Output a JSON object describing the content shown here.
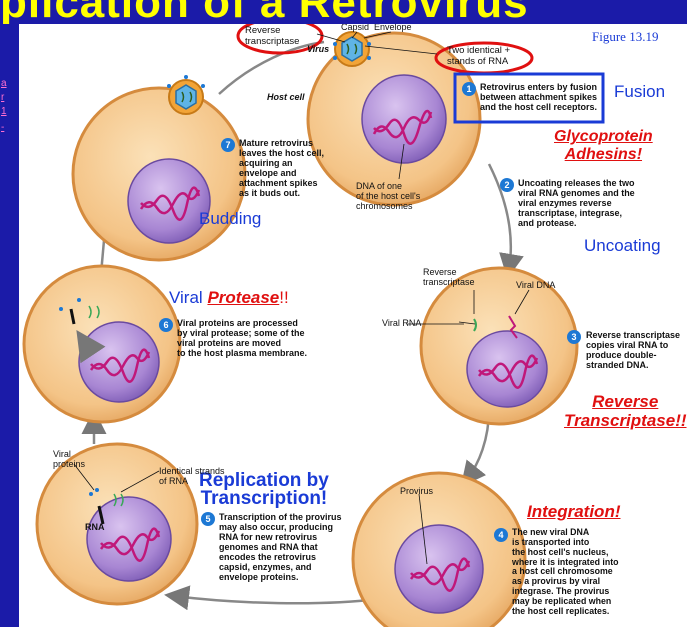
{
  "header": {
    "title": "plication of a Retrovirus"
  },
  "left_links": [
    "a",
    "r",
    "1",
    "-"
  ],
  "figure_label": "Figure 13.19",
  "labels": {
    "reverse_transcriptase_top": "Reverse\ntranscriptase",
    "capsid": "Capsid",
    "envelope": "Envelope",
    "virus": "Virus",
    "two_identical_strands": "Two identical +\nstands of RNA",
    "host_cell": "Host cell",
    "dna_host": "DNA of one\nof the host cell's\nchromosomes",
    "reverse_transcriptase_mid": "Reverse\ntranscriptase",
    "viral_dna": "Viral DNA",
    "viral_rna": "Viral RNA",
    "provirus": "Provirus",
    "viral_proteins": "Viral\nproteins",
    "identical_strands": "Identical strands\nof RNA",
    "rna": "RNA"
  },
  "steps": [
    {
      "num": "1",
      "text": "Retrovirus enters by fusion\nbetween attachment spikes\nand the host cell receptors."
    },
    {
      "num": "2",
      "text": "Uncoating releases the two\nviral RNA genomes and the\nviral enzymes reverse\ntranscriptase, integrase,\nand protease."
    },
    {
      "num": "3",
      "text": "Reverse transcriptase\ncopies viral RNA to\nproduce double-\nstranded DNA."
    },
    {
      "num": "4",
      "text": "The new viral DNA\nis transported into\nthe host cell's nucleus,\nwhere it is integrated into\na host cell chromosome\nas a provirus by viral\nintegrase. The provirus\nmay be replicated when\nthe host cell replicates."
    },
    {
      "num": "5",
      "text": "Transcription of the provirus\nmay also occur, producing\nRNA for new retrovirus\ngenomes and RNA that\nencodes the retrovirus\ncapsid, enzymes, and\nenvelope proteins."
    },
    {
      "num": "6",
      "text": "Viral proteins are processed\nby viral protease; some of the\nviral proteins are moved\nto the host plasma membrane."
    },
    {
      "num": "7",
      "text": "Mature retrovirus\nleaves the host cell,\nacquiring an\nenvelope and\nattachment spikes\nas it buds out."
    }
  ],
  "annotations": {
    "fusion": "Fusion",
    "glycoprotein": "Glycoprotein\nAdhesins!",
    "uncoating": "Uncoating",
    "reverse_transcriptase_note": "Reverse\nTranscriptase!!",
    "integration": "Integration!",
    "replication": "Replication by\nTranscription!",
    "viral_protease_prefix": "Viral ",
    "viral_protease_word": "Protease",
    "viral_protease_suffix": "!!",
    "budding": "Budding"
  }
}
